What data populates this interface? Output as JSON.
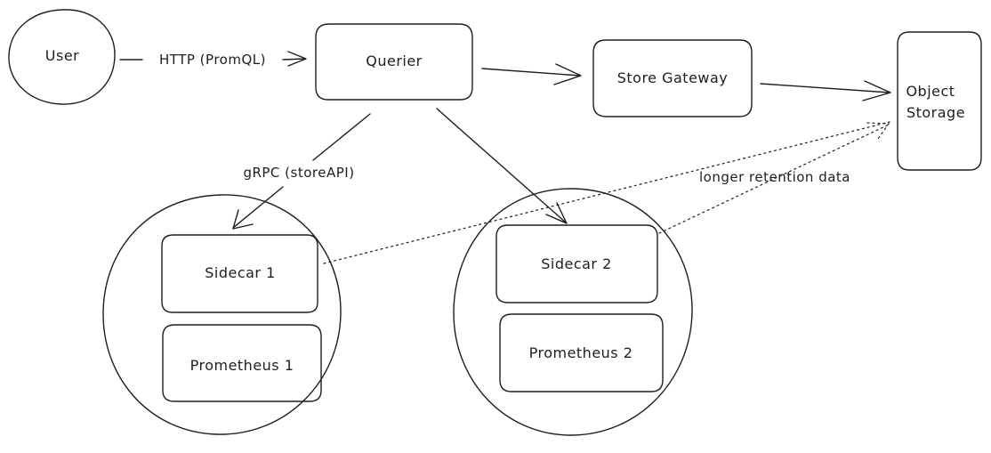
{
  "nodes": {
    "user": "User",
    "querier": "Querier",
    "store_gateway": "Store Gateway",
    "object_storage_line1": "Object",
    "object_storage_line2": "Storage",
    "sidecar1": "Sidecar 1",
    "prometheus1": "Prometheus 1",
    "sidecar2": "Sidecar 2",
    "prometheus2": "Prometheus 2"
  },
  "edges": {
    "http": "HTTP (PromQL)",
    "grpc": "gRPC (storeAPI)",
    "retention": "longer retention data"
  },
  "colors": {
    "stroke": "#1e1e1e",
    "background": "#ffffff"
  }
}
